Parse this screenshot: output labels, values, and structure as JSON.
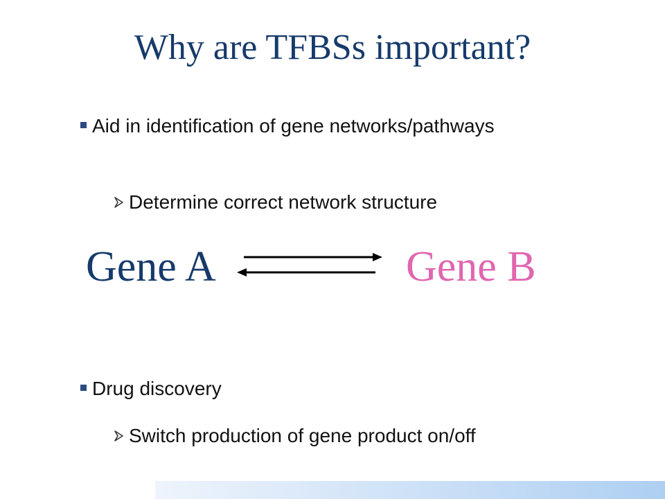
{
  "slide": {
    "title": "Why are TFBSs important?",
    "bullets": [
      {
        "text": "Aid in identification of gene networks/pathways",
        "sub": [
          "Determine correct network structure"
        ]
      },
      {
        "text": "Drug discovery",
        "sub": [
          "Switch production of gene product on/off"
        ]
      }
    ],
    "diagram": {
      "gene_a": "Gene A",
      "gene_b": "Gene B",
      "gene_a_color": "#163a6b",
      "gene_b_color": "#e066b0"
    },
    "colors": {
      "title": "#163a6b",
      "bullet_square": "#2a4a80",
      "footer_gradient_start": "#eef4fc",
      "footer_gradient_end": "#aecff2"
    }
  }
}
